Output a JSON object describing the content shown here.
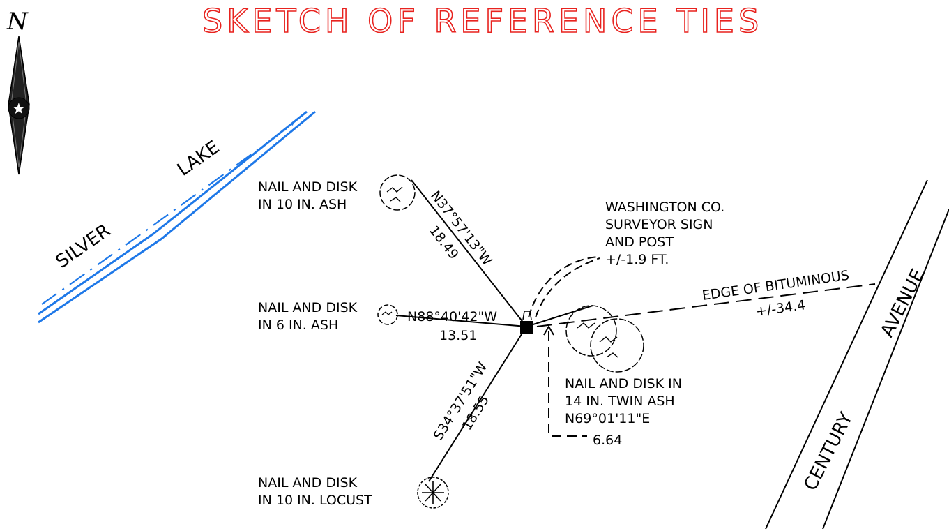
{
  "title": "SKETCH OF REFERENCE TIES",
  "north_letter": "N",
  "water": {
    "word1": "SILVER",
    "word2": "LAKE"
  },
  "road": {
    "word1": "CENTURY",
    "word2": "AVENUE"
  },
  "refs": [
    {
      "line1": "NAIL AND DISK",
      "line2": "IN 10 IN. ASH",
      "bearing": "N37°57'13\"W",
      "distance": "18.49"
    },
    {
      "line1": "NAIL AND DISK",
      "line2": "IN 6 IN. ASH",
      "bearing": "N88°40'42\"W",
      "distance": "13.51"
    },
    {
      "line1": "NAIL AND DISK",
      "line2": "IN 10 IN. LOCUST",
      "bearing": "S34°37'51\"W",
      "distance": "18.55"
    },
    {
      "line1": "NAIL AND DISK IN",
      "line2": "14 IN. TWIN ASH",
      "bearing": "N69°01'11\"E",
      "distance": "6.64"
    }
  ],
  "sign": {
    "line1": "WASHINGTON CO.",
    "line2": "SURVEYOR SIGN",
    "line3": "AND POST",
    "line4": "+/-1.9 FT."
  },
  "edge": {
    "label": "EDGE OF BITUMINOUS",
    "distance": "+/-34.4"
  }
}
